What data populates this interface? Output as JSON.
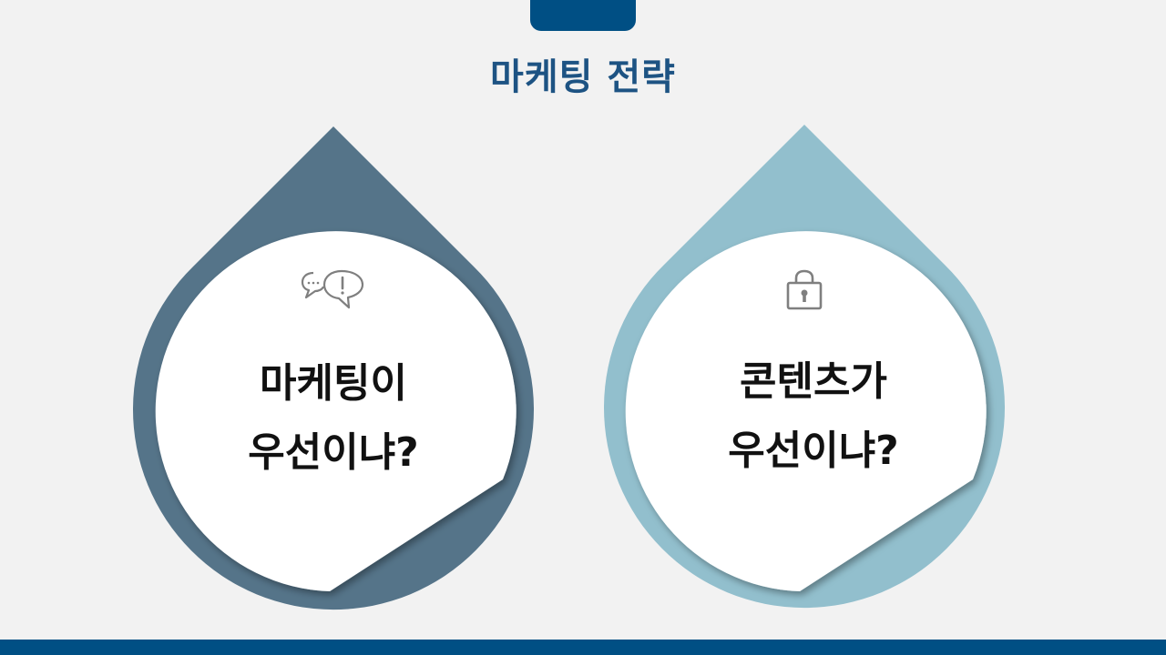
{
  "slide": {
    "title": "마케팅 전략"
  },
  "cards": [
    {
      "line1": "마케팅이",
      "line2": "우선이냐?",
      "icon": "speech-bubbles-icon",
      "color": "#557489"
    },
    {
      "line1": "콘텐츠가",
      "line2": "우선이냐?",
      "icon": "padlock-icon",
      "color": "#92bfcd"
    }
  ],
  "colors": {
    "accent": "#004f84",
    "title": "#1d5383",
    "background": "#f2f2f2"
  }
}
